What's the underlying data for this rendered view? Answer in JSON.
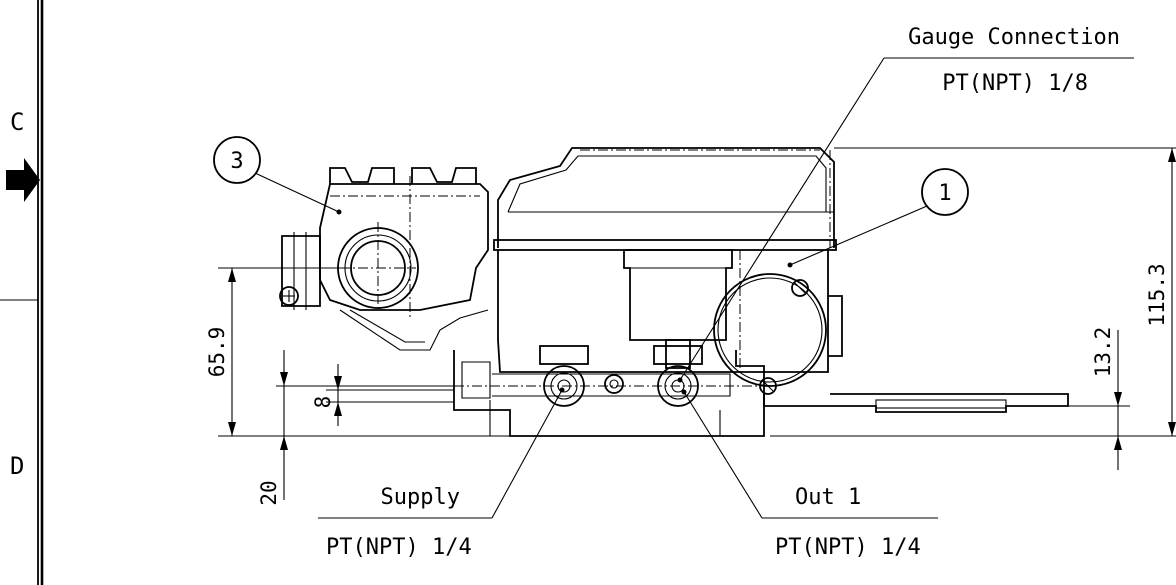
{
  "zones": {
    "upper": "C",
    "lower": "D"
  },
  "callouts": {
    "gauge": {
      "line1": "Gauge Connection",
      "line2": "PT(NPT) 1/8"
    },
    "supply": {
      "line1": "Supply",
      "line2": "PT(NPT) 1/4"
    },
    "out1": {
      "line1": "Out 1",
      "line2": "PT(NPT) 1/4"
    }
  },
  "balloons": {
    "housing": "3",
    "body": "1"
  },
  "dimensions": {
    "overall_height": "115.3",
    "body_offset": "13.2",
    "port_height": "65.9",
    "port_spacing": "8",
    "bottom_offset": "20"
  }
}
